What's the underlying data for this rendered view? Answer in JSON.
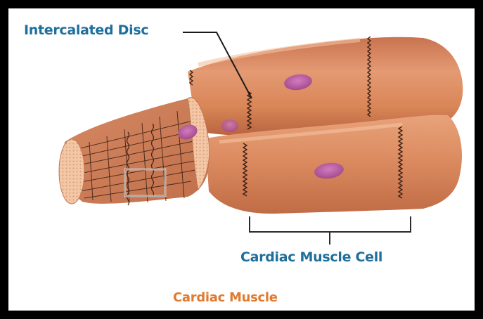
{
  "diagram": {
    "title": "Cardiac Muscle",
    "labels": {
      "intercalated_disc": "Intercalated Disc",
      "cardiac_muscle_cell": "Cardiac Muscle Cell"
    }
  },
  "colors": {
    "label_blue": "#1e6f9c",
    "title_orange": "#e07a2f",
    "muscle_base": "#d9865c",
    "muscle_light": "#efb48f",
    "muscle_dark": "#b86440",
    "nucleus": "#b5579f",
    "pointer_line": "#1a1a1a"
  }
}
